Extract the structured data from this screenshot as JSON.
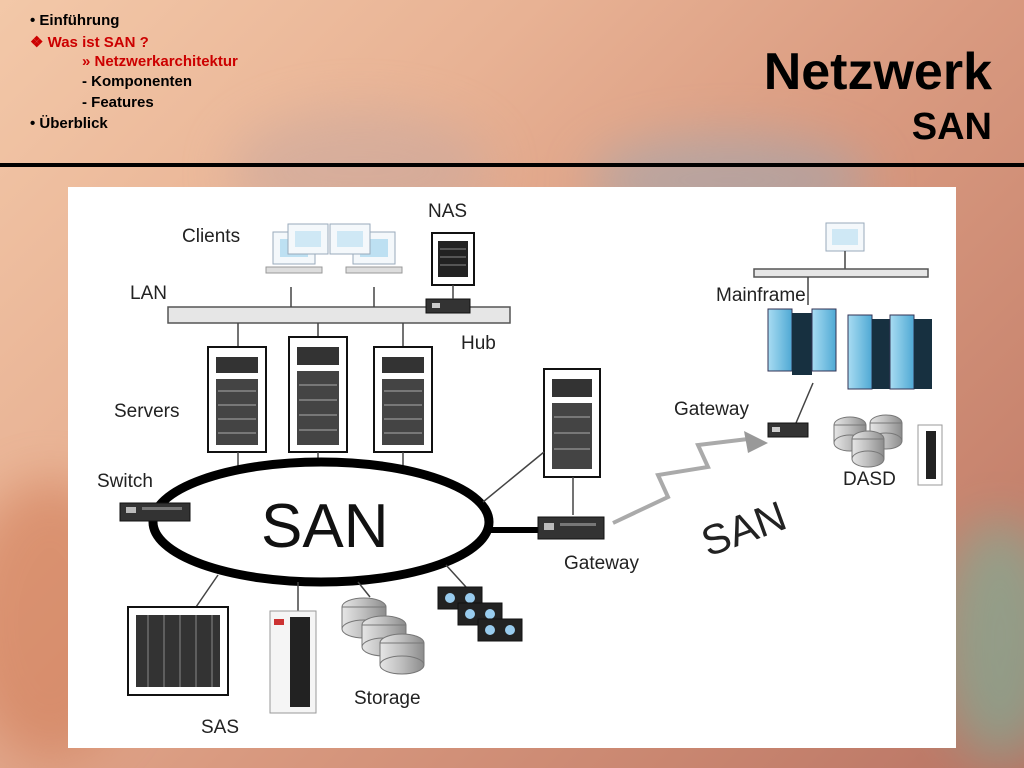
{
  "nav": {
    "item1": "• Einführung",
    "item2": "❖ Was ist SAN ?",
    "item3": "» Netzwerkarchitektur",
    "item4": "- Komponenten",
    "item5": "- Features",
    "item6": "• Überblick"
  },
  "header": {
    "title": "Netzwerk",
    "subtitle": "SAN"
  },
  "diagram": {
    "clients": "Clients",
    "nas": "NAS",
    "lan": "LAN",
    "hub": "Hub",
    "servers": "Servers",
    "switch": "Switch",
    "san_ring": "SAN",
    "gateway_main": "Gateway",
    "gateway_remote": "Gateway",
    "mainframe": "Mainframe",
    "dasd": "DASD",
    "san_remote": "SAN",
    "storage": "Storage",
    "sas": "SAS"
  },
  "colors": {
    "accent_red": "#cc0000",
    "mainframe_blue": "#6fc6e8",
    "ring": "#000000"
  }
}
